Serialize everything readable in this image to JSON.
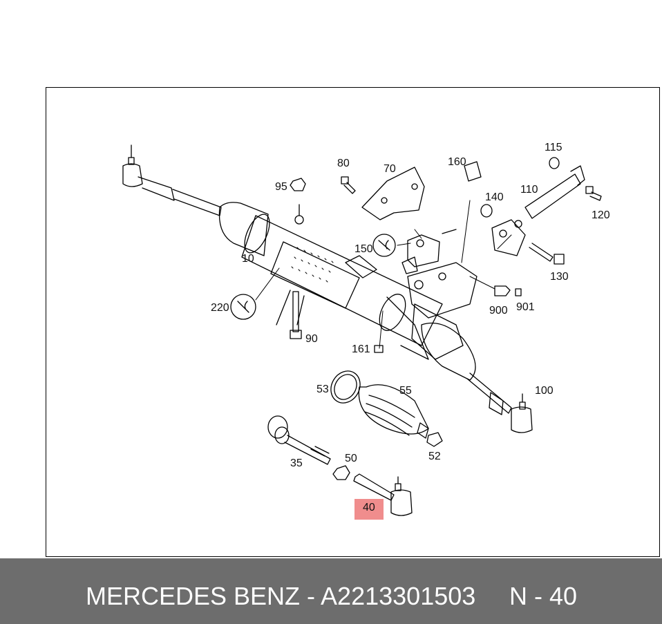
{
  "callouts": {
    "c10": "10",
    "c35": "35",
    "c40": "40",
    "c50": "50",
    "c52": "52",
    "c53": "53",
    "c55": "55",
    "c70": "70",
    "c80": "80",
    "c90": "90",
    "c95": "95",
    "c100": "100",
    "c110": "110",
    "c115": "115",
    "c120": "120",
    "c130": "130",
    "c140": "140",
    "c150": "150",
    "c160": "160",
    "c161": "161",
    "c220": "220",
    "c900": "900",
    "c901": "901"
  },
  "highlight": {
    "part": "40",
    "color": "#f08d8d"
  },
  "footer": {
    "text": "MERCEDES BENZ - A2213301503",
    "position": "N - 40",
    "background": "#6d6d6d"
  }
}
